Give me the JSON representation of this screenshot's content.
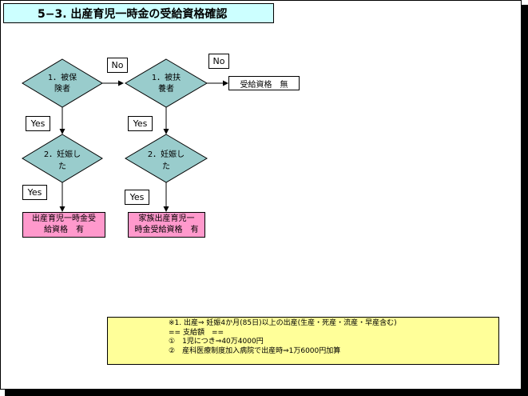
{
  "title": "5−3. 出産育児一時金の受給資格確認",
  "diamonds": {
    "d1_line1": "1．被保",
    "d1_line2": "険者",
    "d2_line1": "1．被扶",
    "d2_line2": "養者",
    "d3_line1": "2．妊娠し",
    "d3_line2": "た",
    "d4_line1": "2．妊娠し",
    "d4_line2": "た"
  },
  "labels": {
    "no1": "No",
    "no2": "No",
    "yes1": "Yes",
    "yes2": "Yes",
    "yes3": "Yes",
    "yes4": "Yes"
  },
  "results": {
    "r1_line1": "出産育児一時金受",
    "r1_line2": "給資格　有",
    "r2_line1": "家族出産育児一",
    "r2_line2": "時金受給資格　有",
    "none": "受給資格　無"
  },
  "note": {
    "line1": "※1. 出産⇒ 妊娠4か月(85日)以上の出産(生産・死産・流産・早産含む)",
    "line2": "== 支給額　==",
    "line3": "①　1児につき⇒40万4000円",
    "line4": "②　産科医療制度加入病院で出産時⇒1万6000円加算"
  },
  "colors": {
    "diamond_fill": "#99cccc",
    "result_fill": "#ff99cc",
    "title_fill": "#ccffff",
    "note_fill": "#ffff99"
  }
}
